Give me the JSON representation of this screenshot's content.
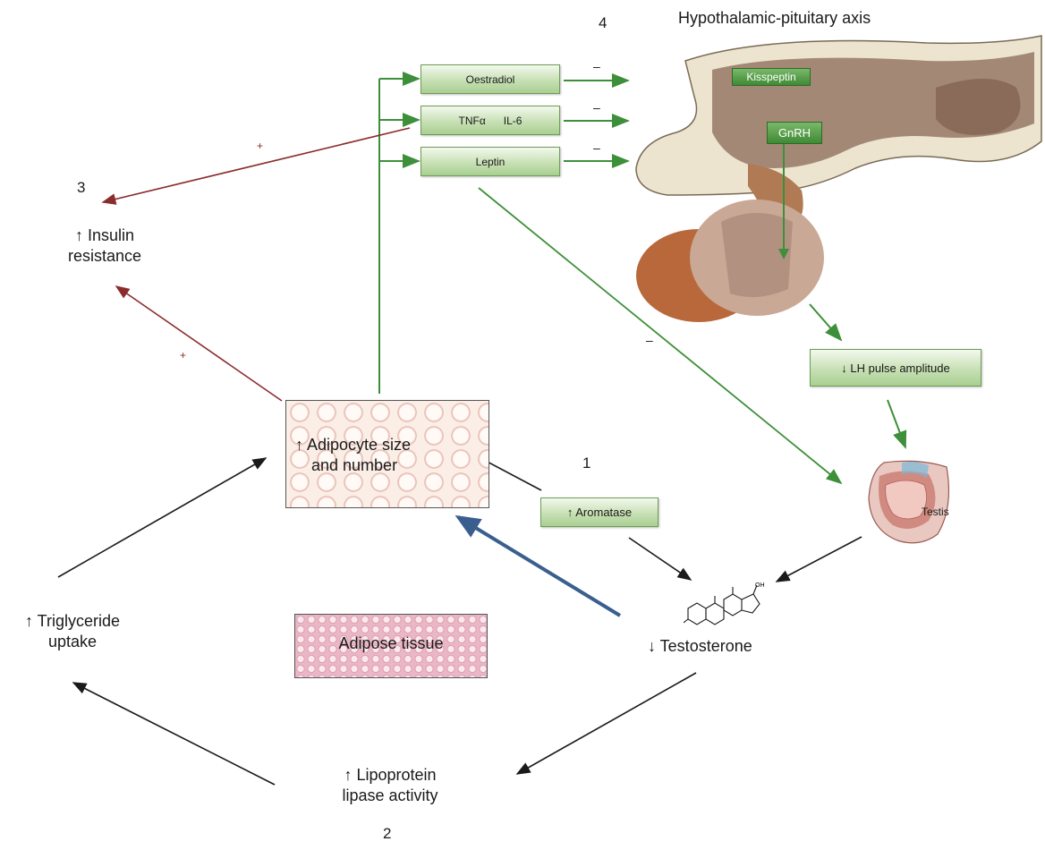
{
  "title": "Hypothalamic-pituitary axis",
  "numbers": {
    "n1": "1",
    "n2": "2",
    "n3": "3",
    "n4": "4"
  },
  "hormone_boxes": {
    "oestradiol": "Oestradiol",
    "tnf": "TNFα",
    "il6": "IL-6",
    "leptin": "Leptin",
    "kisspeptin": "Kisspeptin",
    "gnrh": "GnRH",
    "lh": "↓ LH pulse amplitude",
    "aromatase": "↑ Aromatase"
  },
  "signs": {
    "minus": "–",
    "plus": "+"
  },
  "nodes": {
    "insulin_line1": "↑  Insulin",
    "insulin_line2": "resistance",
    "adipocyte_line1": "↑  Adipocyte size",
    "adipocyte_line2": "and number",
    "triglyceride_line1": "↑  Triglyceride",
    "triglyceride_line2": "uptake",
    "lipoprotein_line1": "↑  Lipoprotein",
    "lipoprotein_line2": "lipase activity",
    "testosterone": "↓  Testosterone",
    "testis": "Testis",
    "adipose_tissue": "Adipose tissue"
  },
  "colors": {
    "green_arrow": "#3d8f3a",
    "red_arrow": "#8b2c2c",
    "black_arrow": "#1a1a1a",
    "blue_arrow": "#3a5f8f"
  }
}
